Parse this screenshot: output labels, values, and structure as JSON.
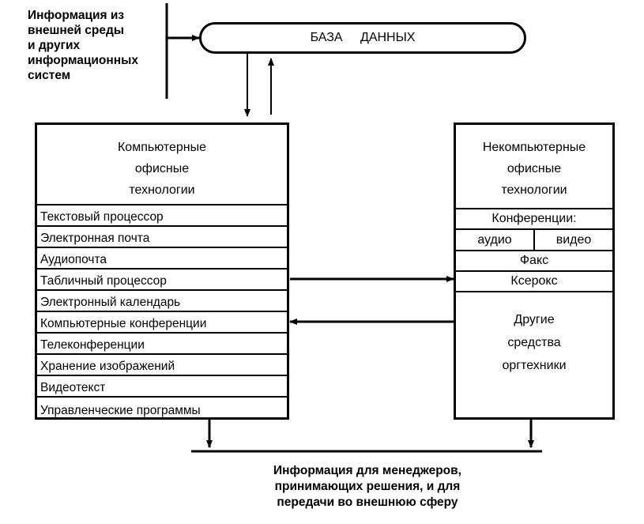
{
  "source": {
    "lines": [
      "Информация из",
      "внешней среды",
      "и других",
      "информационных",
      "систем"
    ]
  },
  "database": {
    "label": "БАЗА ДАННЫХ"
  },
  "computer_tech": {
    "title_lines": [
      "Компьютерные",
      "офисные",
      "технологии"
    ],
    "items": [
      "Текстовый процессор",
      "Электронная почта",
      "Аудиопочта",
      "Табличный процессор",
      "Электронный календарь",
      "Компьютерные конференции",
      "Телеконференции",
      "Хранение изображений",
      "Видеотекст",
      "Управленческие программы"
    ]
  },
  "noncomputer_tech": {
    "title_lines": [
      "Некомпьютерные",
      "офисные",
      "технологии"
    ],
    "conferences_label": "Конференции:",
    "conference_types": [
      "аудио",
      "видео"
    ],
    "fax": "Факс",
    "xerox": "Ксерокс",
    "other_lines": [
      "Другие",
      "средства",
      "оргтехники"
    ]
  },
  "output": {
    "lines": [
      "Информация для менеджеров,",
      "принимающих решения, и для",
      "передачи во внешнюю сферу"
    ]
  }
}
